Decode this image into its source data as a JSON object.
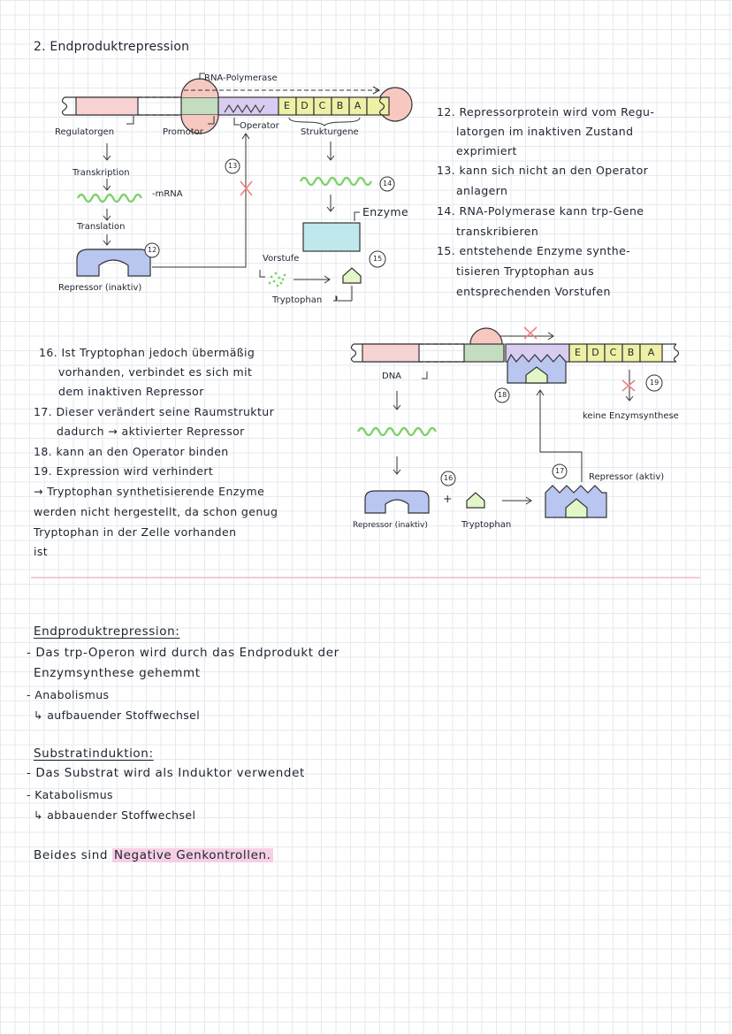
{
  "header": {
    "title": "2. Endproduktrepression"
  },
  "diagram1": {
    "rna_polymerase": "RNA-Polymerase",
    "gene_letters": [
      "E",
      "D",
      "C",
      "B",
      "A"
    ],
    "regulatorgen": "Regulatorgen",
    "promotor": "Promotor",
    "operator": "Operator",
    "strukturgene": "Strukturgene",
    "transkription": "Transkription",
    "mrna": "-mRNA",
    "translation": "Translation",
    "repressor_inaktiv": "Repressor (inaktiv)",
    "vorstufe": "Vorstufe",
    "tryptophan": "Tryptophan",
    "enzyme": "Enzyme",
    "marker_12": "12",
    "marker_13": "13",
    "marker_14": "14",
    "marker_15": "15"
  },
  "notes_right": [
    "12. Repressorprotein wird vom Regu-",
    "latorgen im inaktiven Zustand",
    "exprimiert",
    "13. kann sich nicht an den Operator",
    "anlagern",
    "14. RNA-Polymerase kann trp-Gene",
    "transkribieren",
    "15. entstehende Enzyme synthe-",
    "tisieren Tryptophan aus",
    "entsprechenden Vorstufen"
  ],
  "notes_left": [
    "16. Ist Tryptophan jedoch übermäßig",
    "vorhanden, verbindet es sich mit",
    "dem inaktiven Repressor",
    "17. Dieser verändert seine Raumstruktur",
    "dadurch → aktivierter Repressor",
    "18. kann an den Operator binden",
    "19. Expression wird verhindert",
    "→ Tryptophan synthetisierende Enzyme",
    "werden nicht hergestellt, da schon genug",
    "Tryptophan in der Zelle vorhanden",
    "ist"
  ],
  "diagram2": {
    "gene_letters": [
      "E",
      "D",
      "C",
      "B",
      "A"
    ],
    "dna": "DNA",
    "keine_enzymsynthese": "keine Enzymsynthese",
    "repressor_aktiv": "Repressor (aktiv)",
    "repressor_inaktiv": "Repressor (inaktiv)",
    "tryptophan": "Tryptophan",
    "plus": "+",
    "marker_16": "16",
    "marker_17": "17",
    "marker_18": "18",
    "marker_19": "19"
  },
  "summary": {
    "endprodukt_heading": "Endproduktrepression:",
    "endprodukt_lines": [
      "- Das trp-Operon wird durch das Endprodukt der",
      "Enzymsynthese gehemmt",
      "- Anabolismus",
      "↳ aufbauender Stoffwechsel"
    ],
    "substrat_heading": "Substratinduktion:",
    "substrat_lines": [
      "- Das Substrat wird als Induktor verwendet",
      "- Katabolismus",
      "↳ abbauender Stoffwechsel"
    ],
    "conclusion_prefix": "Beides sind",
    "conclusion_highlight": "Negative Genkontrollen."
  },
  "colors": {
    "regulator": "#f7d2d2",
    "promotor": "#c4dcc0",
    "operator": "#d8cdf0",
    "genes": "#eef0a6",
    "polymerase": "#f6c8c0",
    "repressor": "#b9c6f0",
    "enzyme": "#bfe8ec",
    "tryptophan": "#e3f7c6",
    "mrna": "#9ee08a",
    "cross": "#f08080",
    "highlight": "#f6cfe6"
  }
}
